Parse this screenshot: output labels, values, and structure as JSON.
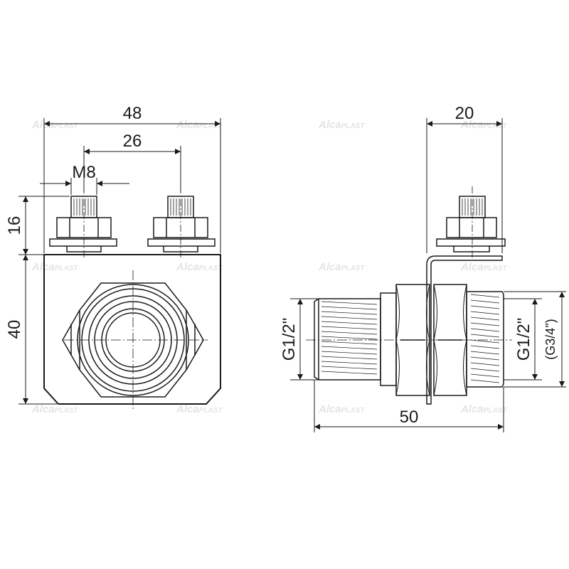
{
  "dimensions": {
    "width_48": "48",
    "spacing_26": "26",
    "thread_m8": "M8",
    "height_16": "16",
    "height_40": "40",
    "depth_20": "20",
    "thread_g12_left": "G1/2\"",
    "thread_g12_right": "G1/2\"",
    "thread_g34": "(G3/4\")",
    "length_50": "50"
  },
  "watermark": {
    "brand": "Alca",
    "suffix": "PLAST"
  },
  "colors": {
    "line": "#1a1a1a",
    "watermark": "#e4e4e4"
  }
}
